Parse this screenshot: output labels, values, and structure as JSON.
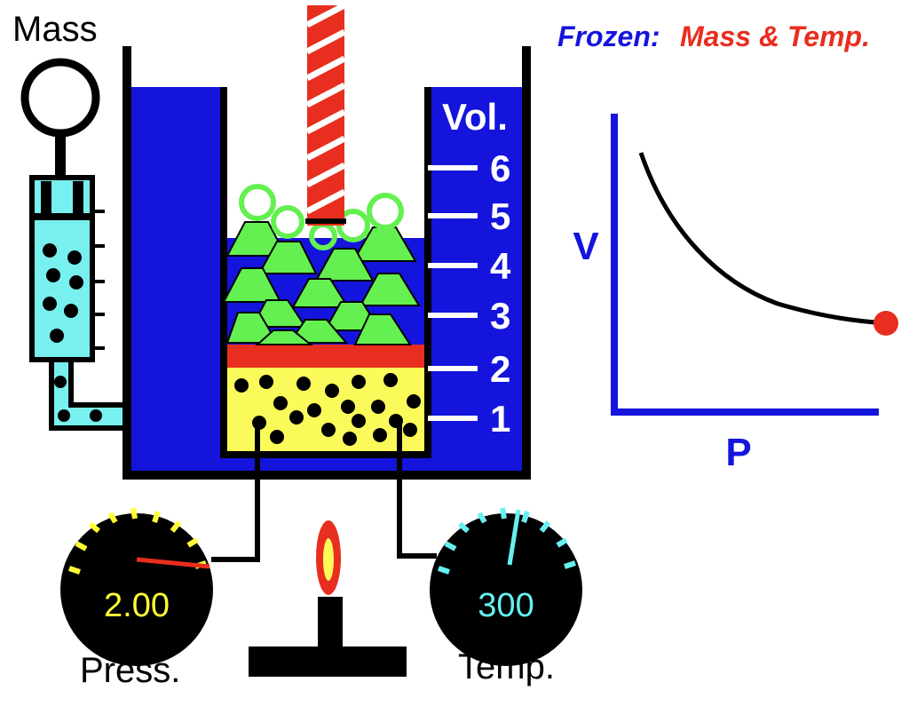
{
  "header": {
    "frozen_label": "Frozen:",
    "frozen_value": "Mass & Temp.",
    "frozen_color": "#1414dc",
    "value_color": "#e82e1e"
  },
  "mass_label": "Mass",
  "volume_scale": {
    "title": "Vol.",
    "marks": [
      "6",
      "5",
      "4",
      "3",
      "2",
      "1"
    ]
  },
  "pressure_gauge": {
    "value": "2.00",
    "label": "Press.",
    "tick_color": "#ffff33"
  },
  "temperature_gauge": {
    "value": "300",
    "label": "Temp.",
    "tick_color": "#66f0f0"
  },
  "graph": {
    "x_axis_label": "P",
    "y_axis_label": "V",
    "axis_color": "#1414dc",
    "point_color": "#e82e1e"
  },
  "colors": {
    "water": "#1414dc",
    "gas": "#fafa5a",
    "piston": "#e82e1e",
    "weights": "#64f050",
    "syringe": "#78f0f0"
  }
}
